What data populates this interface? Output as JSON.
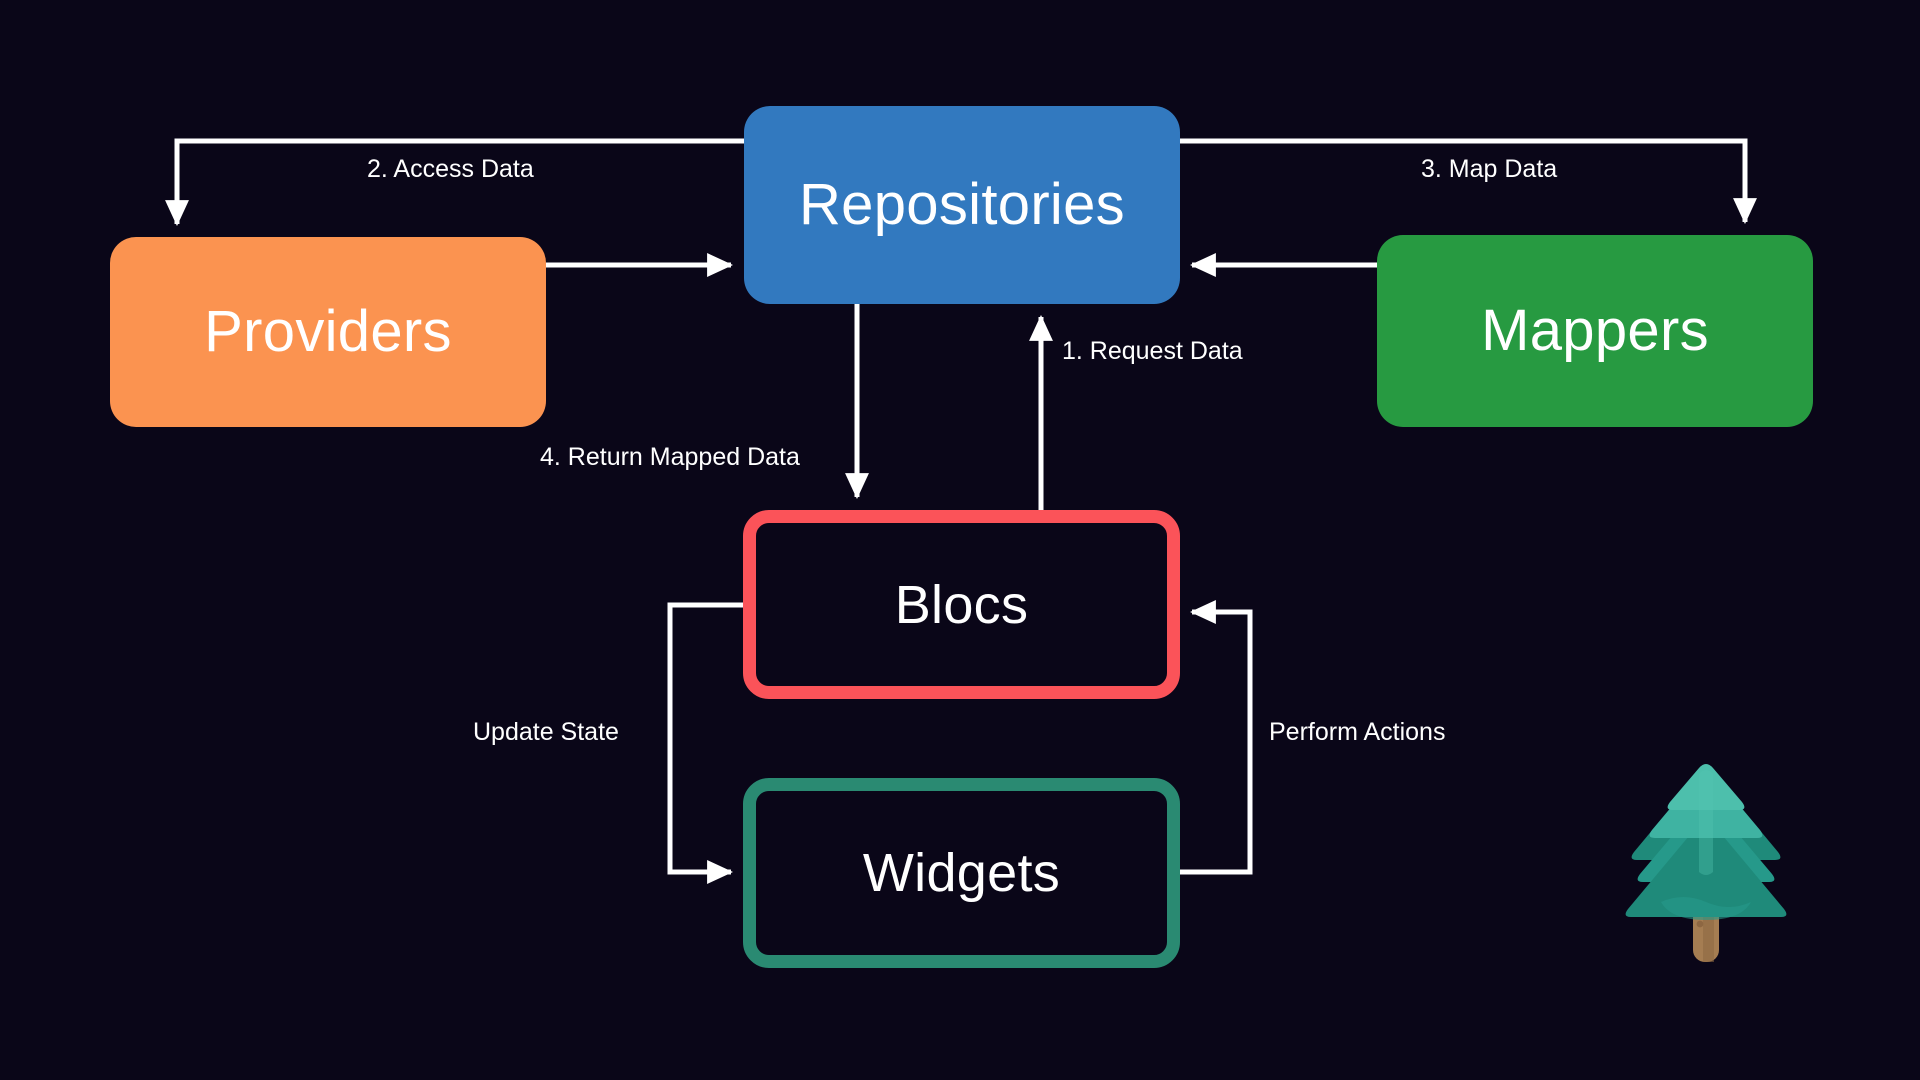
{
  "diagram": {
    "background_color": "#0a0618",
    "edge_color": "#ffffff",
    "nodes": [
      {
        "id": "repositories",
        "label": "Repositories",
        "fill": "#3279bf",
        "text_color": "#ffffff",
        "style": "filled"
      },
      {
        "id": "providers",
        "label": "Providers",
        "fill": "#fb9350",
        "text_color": "#ffffff",
        "style": "filled"
      },
      {
        "id": "mappers",
        "label": "Mappers",
        "fill": "#279a41",
        "text_color": "#ffffff",
        "style": "filled"
      },
      {
        "id": "blocs",
        "label": "Blocs",
        "border": "#fb5359",
        "text_color": "#ffffff",
        "style": "outlined"
      },
      {
        "id": "widgets",
        "label": "Widgets",
        "border": "#2a8a72",
        "text_color": "#ffffff",
        "style": "outlined"
      }
    ],
    "edges": [
      {
        "id": "access-data",
        "label": "2. Access Data",
        "from": "repositories",
        "to": "providers"
      },
      {
        "id": "map-data",
        "label": "3. Map Data",
        "from": "repositories",
        "to": "mappers"
      },
      {
        "id": "providers-repo",
        "label": "",
        "from": "providers",
        "to": "repositories"
      },
      {
        "id": "mappers-repo",
        "label": "",
        "from": "mappers",
        "to": "repositories"
      },
      {
        "id": "request-data",
        "label": "1. Request Data",
        "from": "blocs",
        "to": "repositories"
      },
      {
        "id": "return-mapped",
        "label": "4. Return Mapped Data",
        "from": "repositories",
        "to": "blocs"
      },
      {
        "id": "update-state",
        "label": "Update State",
        "from": "blocs",
        "to": "widgets"
      },
      {
        "id": "perform-actions",
        "label": "Perform Actions",
        "from": "widgets",
        "to": "blocs"
      }
    ],
    "decoration": {
      "tree": {
        "name": "evergreen-tree-emoji",
        "foliage_light": "#4dbfac",
        "foliage_mid": "#35a furniture",
        "foliage_dark": "#1f8a7a",
        "trunk": "#a57d52"
      }
    }
  }
}
